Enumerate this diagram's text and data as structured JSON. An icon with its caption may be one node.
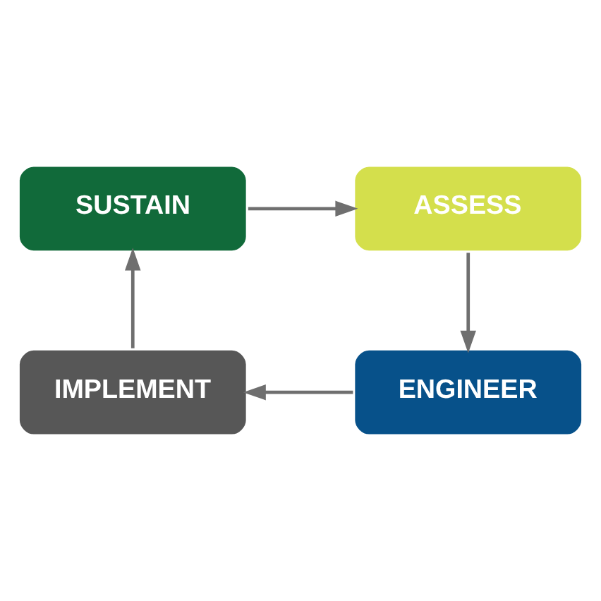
{
  "diagram": {
    "nodes": [
      {
        "text": [
          "SUSTAIN"
        ]
      },
      {
        "text": [
          "ASSESS"
        ]
      },
      {
        "text": [
          "ENGINEER"
        ]
      },
      {
        "text": [
          "IMPLEMENT"
        ]
      }
    ],
    "edges": [
      {
        "from": 0,
        "to": 1,
        "arrow": "to"
      },
      {
        "from": 1,
        "to": 2,
        "arrow": "to"
      },
      {
        "from": 2,
        "to": 3,
        "arrow": "to"
      },
      {
        "from": 3,
        "to": 0,
        "arrow": "to"
      }
    ]
  }
}
